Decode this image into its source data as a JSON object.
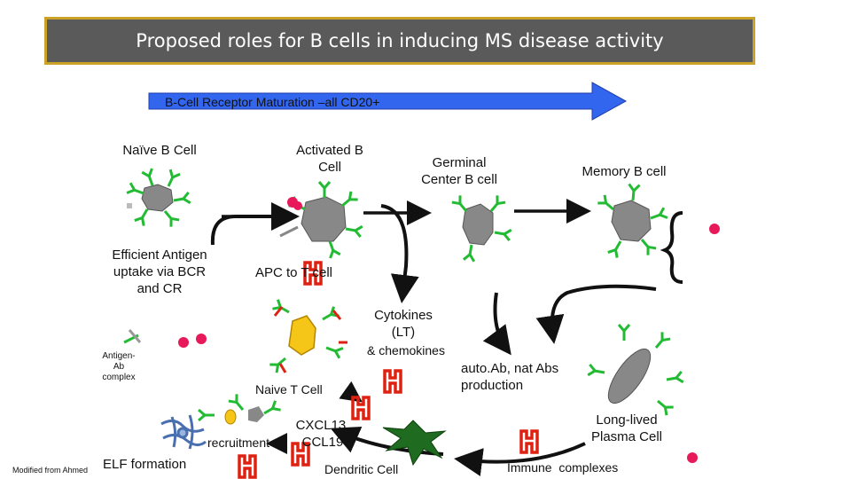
{
  "title": "Proposed roles for B cells in inducing MS disease activity",
  "banner": "B-Cell Receptor Maturation –all CD20+",
  "stages": {
    "naive_b": "Naïve B Cell",
    "activated_b": "Activated B Cell",
    "germinal": "Germinal Center B cell",
    "memory_b": "Memory B cell"
  },
  "labels": {
    "efficient": "Efficient Antigen uptake via BCR and CR",
    "apc": "APC to T cell",
    "cytokines": "Cytokines (LT)",
    "chemokines": "& chemokines",
    "antigen_ab": "Antigen-Ab complex",
    "naive_t": "Naive T Cell",
    "autoab": "auto.Ab, nat Abs production",
    "plasma": "Long-lived Plasma Cell",
    "cxcl": "CXCL13, CCL19",
    "recruitment": "recruitment",
    "elf": "ELF formation",
    "dendritic": "Dendritic Cell",
    "immune": "Immune  complexes",
    "modified": "Modified from Ahmed"
  },
  "colors": {
    "title_bg": "#5a5a5a",
    "title_border": "#c9a227",
    "arrow_blue": "#3366ee",
    "receptor_green": "#22bb33",
    "cell_gray": "#888888",
    "antigen_pink": "#e8195a",
    "red_marker": "#dd2211",
    "tcell_yellow": "#f5c518",
    "dendritic_green": "#1f6b1f"
  }
}
